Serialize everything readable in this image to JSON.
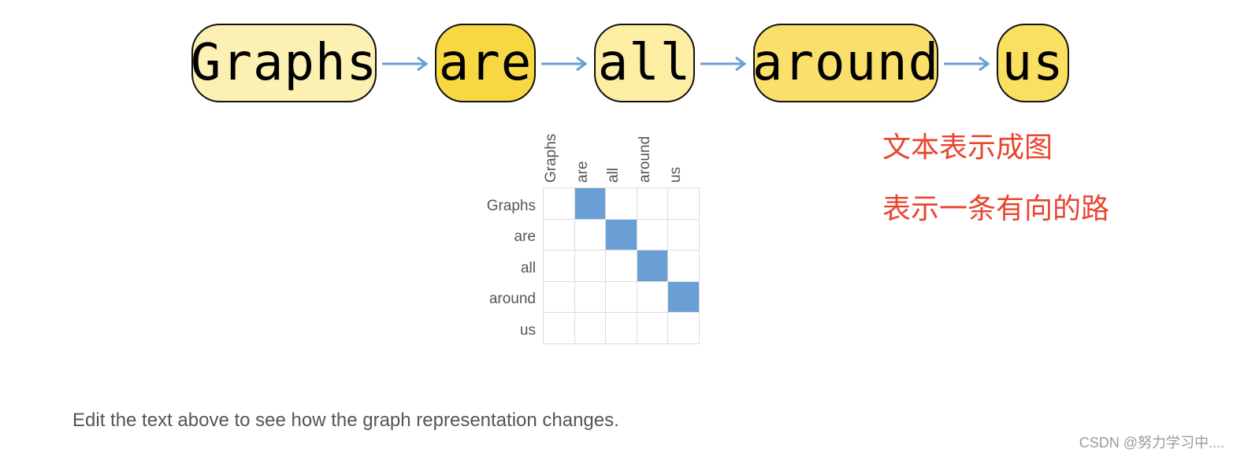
{
  "tokens": [
    {
      "text": "Graphs",
      "color": "#FCF0B2"
    },
    {
      "text": "are",
      "color": "#F8D842"
    },
    {
      "text": "all",
      "color": "#FCEFA4"
    },
    {
      "text": "around",
      "color": "#FAE06A"
    },
    {
      "text": "us",
      "color": "#F9E061"
    }
  ],
  "arrow_color": "#6A9FD6",
  "matrix": {
    "labels": [
      "Graphs",
      "are",
      "all",
      "around",
      "us"
    ],
    "edges": [
      [
        0,
        1
      ],
      [
        1,
        2
      ],
      [
        2,
        3
      ],
      [
        3,
        4
      ]
    ],
    "fill_color": "#6A9FD6",
    "grid_color": "#DCDCDC"
  },
  "notes": {
    "line1": "文本表示成图",
    "line2": "表示一条有向的路"
  },
  "caption": "Edit the text above to see how the graph representation changes.",
  "watermark": "CSDN @努力学习中...."
}
